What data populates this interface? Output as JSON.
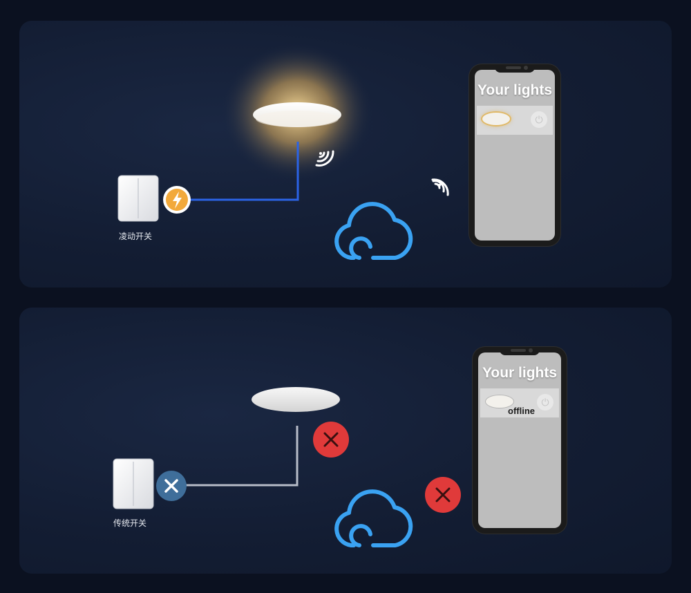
{
  "panels": {
    "top": {
      "switch_label": "凌动开关",
      "phone": {
        "title": "Your lights",
        "status": ""
      }
    },
    "bottom": {
      "switch_label": "传统开关",
      "phone": {
        "title": "Your lights",
        "status": "offline"
      }
    }
  },
  "icons": {
    "power": "⏻",
    "bolt": "lightning-bolt-icon",
    "close": "close-icon",
    "cloud": "cloud-icon",
    "wifi": "wireless-signal-icon"
  },
  "colors": {
    "connected_wire": "#2b63e6",
    "disconnected_wire": "#b7bcc8",
    "bolt_badge": "#f2a93b",
    "error_badge": "#e03a3a",
    "switch_off_badge": "#3f6e9a",
    "cloud": "#3aa2f2",
    "glow": "#ffd27a"
  }
}
